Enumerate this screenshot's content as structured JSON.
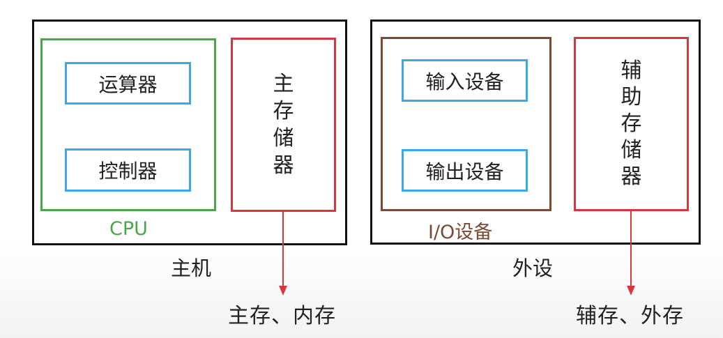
{
  "host": {
    "label": "主机",
    "cpu": {
      "label": "CPU",
      "alu": "运算器",
      "control": "控制器"
    },
    "main_memory": {
      "chars": [
        "主",
        "存",
        "储",
        "器"
      ],
      "alias": "主存、内存"
    }
  },
  "peripherals": {
    "label": "外设",
    "io": {
      "label": "I/O设备",
      "input": "输入设备",
      "output": "输出设备"
    },
    "aux_memory": {
      "chars": [
        "辅",
        "助",
        "存",
        "储",
        "器"
      ],
      "alias": "辅存、外存"
    }
  },
  "colors": {
    "outline": "#111111",
    "cpu_green": "#4aa64a",
    "memory_red": "#d6373f",
    "io_brown": "#7a4a33",
    "unit_blue": "#3ea7e6"
  }
}
